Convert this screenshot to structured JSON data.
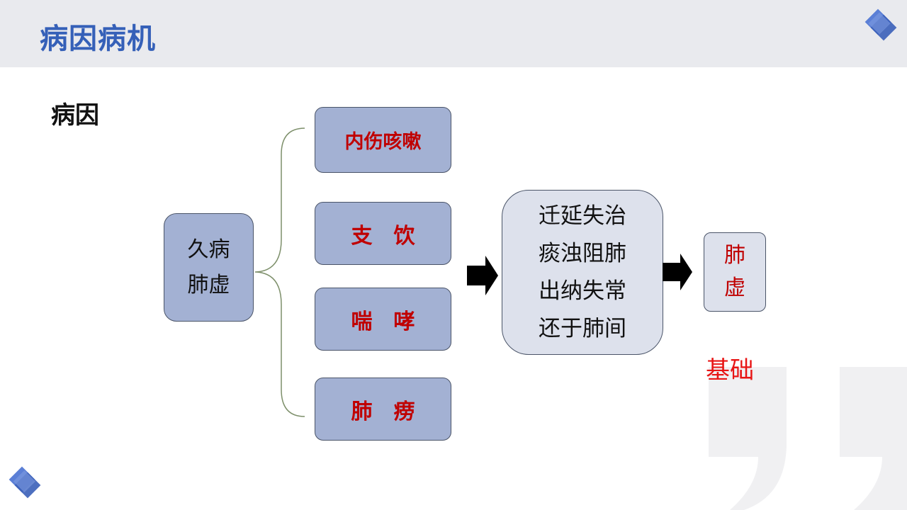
{
  "header": {
    "title": "病因病机"
  },
  "section": {
    "subtitle": "病因"
  },
  "diagram": {
    "source": {
      "lines": [
        "久病",
        "肺虚"
      ]
    },
    "causes": [
      "内伤咳嗽",
      "支　饮",
      "喘　哮",
      "肺　痨"
    ],
    "mechanism": {
      "lines": [
        "迁延失治",
        "痰浊阻肺",
        "出纳失常",
        "还于肺间"
      ]
    },
    "result": {
      "lines": [
        "肺",
        "虚"
      ]
    },
    "basis_label": "基础"
  },
  "colors": {
    "title_blue": "#3560b8",
    "box_blue": "#a3b1d3",
    "box_light": "#dde1ec",
    "accent_red": "#c00000",
    "basis_red": "#e81515"
  },
  "icons": [
    "diamond-logo-icon",
    "quote-mark-icon",
    "right-arrow-icon"
  ]
}
